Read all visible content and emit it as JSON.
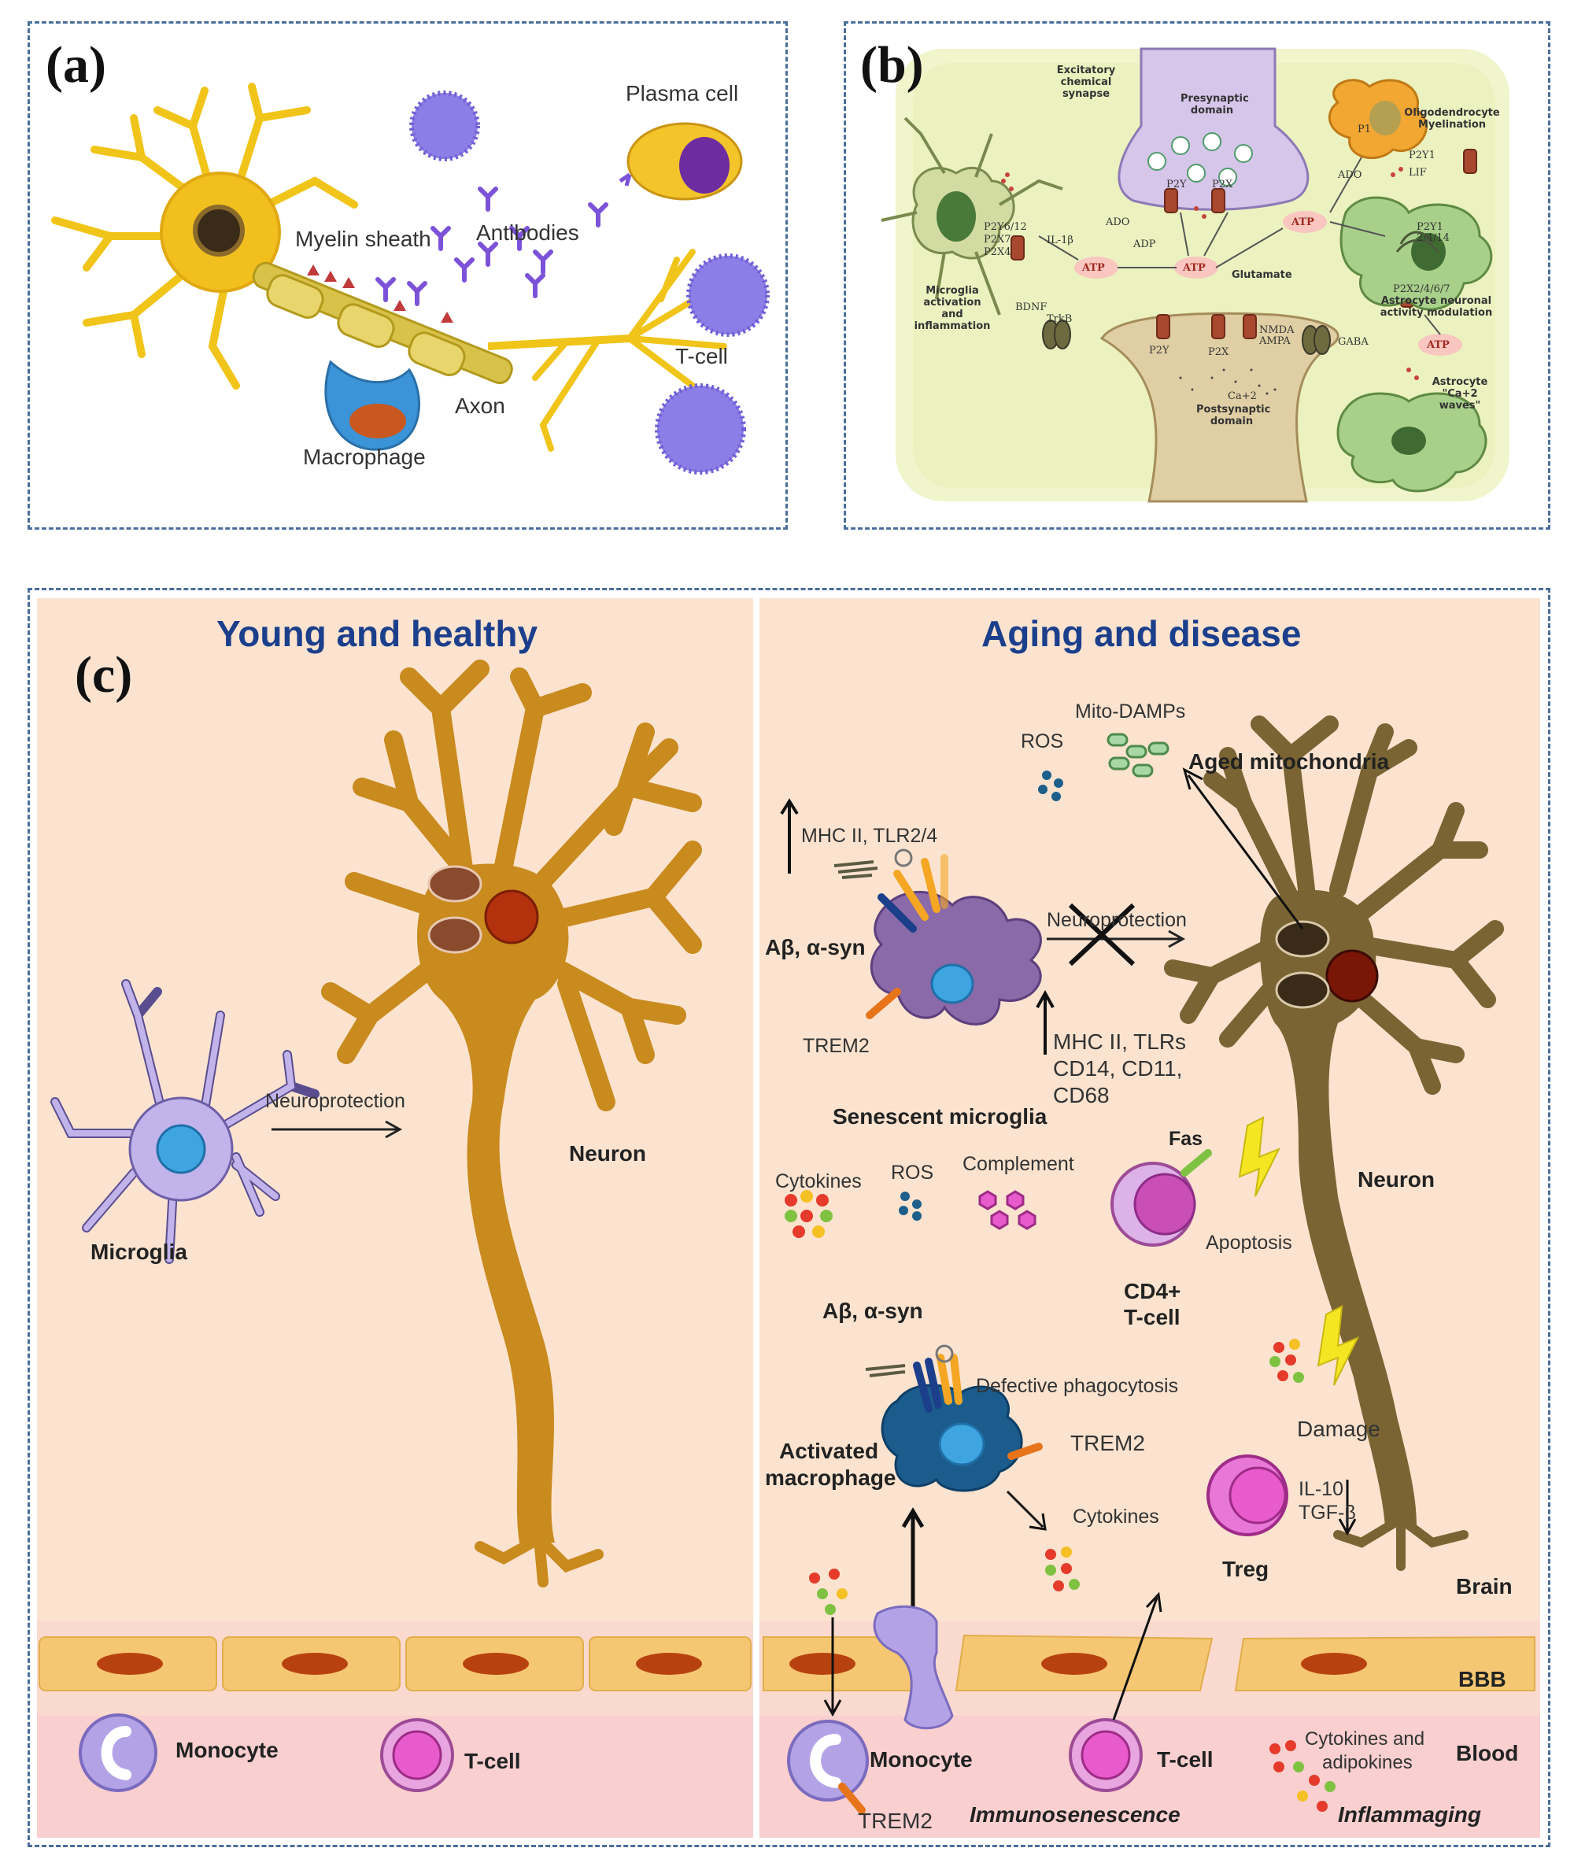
{
  "panel_a": {
    "letter": "(a)",
    "labels": {
      "plasma_cell": "Plasma cell",
      "myelin_sheath": "Myelin sheath",
      "antibodies": "Antibodies",
      "t_cell": "T-cell",
      "axon": "Axon",
      "macrophage": "Macrophage"
    }
  },
  "panel_b": {
    "letter": "(b)",
    "labels": {
      "excitatory_synapse": "Excitatory chemical synapse",
      "presynaptic_domain": "Presynaptic domain",
      "oligodendrocyte": "Oligodendrocyte Myelination",
      "microglia": "Microglia activation and inflammation",
      "astrocyte_neuronal": "Astrocyte neuronal activity modulation",
      "astrocyte_waves": "Astrocyte \"Ca+2 waves\"",
      "postsynaptic_domain": "Postsynaptic domain",
      "glutamate": "Glutamate",
      "atp": "ATP",
      "ado": "ADO",
      "adp": "ADP",
      "p2y": "P2Y",
      "p2x": "P2X",
      "p2x7": "P2X7",
      "p2y1": "P2Y1",
      "p2x4": "P2X4",
      "p2y6_12": "P2Y6/12",
      "il1b": "IL-1β",
      "bdnf": "BDNF",
      "trkb": "TrkB",
      "nmda_ampa": "NMDA AMPA",
      "ca2": "Ca+2",
      "gaba": "GABA",
      "lif": "LIF",
      "p1": "P1",
      "p2y1_2_4": "P2Y1 2/4/14",
      "p2x2_4_6_7": "P2X2/4/6/7"
    }
  },
  "panel_c": {
    "letter": "(c)",
    "left": {
      "title": "Young and healthy",
      "microglia": "Microglia",
      "neuroprotection": "Neuroprotection",
      "neuron": "Neuron",
      "monocyte": "Monocyte",
      "t_cell": "T-cell"
    },
    "right": {
      "title": "Aging and disease",
      "mito_damps": "Mito-DAMPs",
      "ros_top": "ROS",
      "aged_mito": "Aged mitochondria",
      "mhc_tlr": "MHC II, TLR2/4",
      "abeta_top": "Aβ, α-syn",
      "neuroprotection": "Neuroprotection",
      "trem2_top": "TREM2",
      "mhc_tlrs": "MHC II, TLRs",
      "cd14": "CD14, CD11,",
      "cd68": "CD68",
      "senescent": "Senescent microglia",
      "fas": "Fas",
      "cytokines1": "Cytokines",
      "ros_mid": "ROS",
      "complement": "Complement",
      "apoptosis": "Apoptosis",
      "neuron": "Neuron",
      "cd4": "CD4+",
      "tcell_cd4": "T-cell",
      "abeta_mid": "Aβ, α-syn",
      "defective": "Defective phagocytosis",
      "activated": "Activated",
      "macrophage": "macrophage",
      "trem2_mid": "TREM2",
      "cytokines2": "Cytokines",
      "damage": "Damage",
      "il10": "IL-10",
      "tgfb": "TGF-β",
      "treg": "Treg",
      "brain": "Brain",
      "bbb": "BBB",
      "monocyte": "Monocyte",
      "t_cell": "T-cell",
      "cytokines_adipo1": "Cytokines and",
      "cytokines_adipo2": "adipokines",
      "blood": "Blood",
      "trem2_bottom": "TREM2",
      "immunosenescence": "Immunosenescence",
      "inflammaging": "Inflammaging"
    }
  },
  "colors": {
    "frame": "#4a6d9c",
    "title_blue": "#1c3f8c",
    "neuron_gold": "#c98a1e",
    "neuron_brown": "#7a6433",
    "panel_bg": "#fbe3cf"
  }
}
